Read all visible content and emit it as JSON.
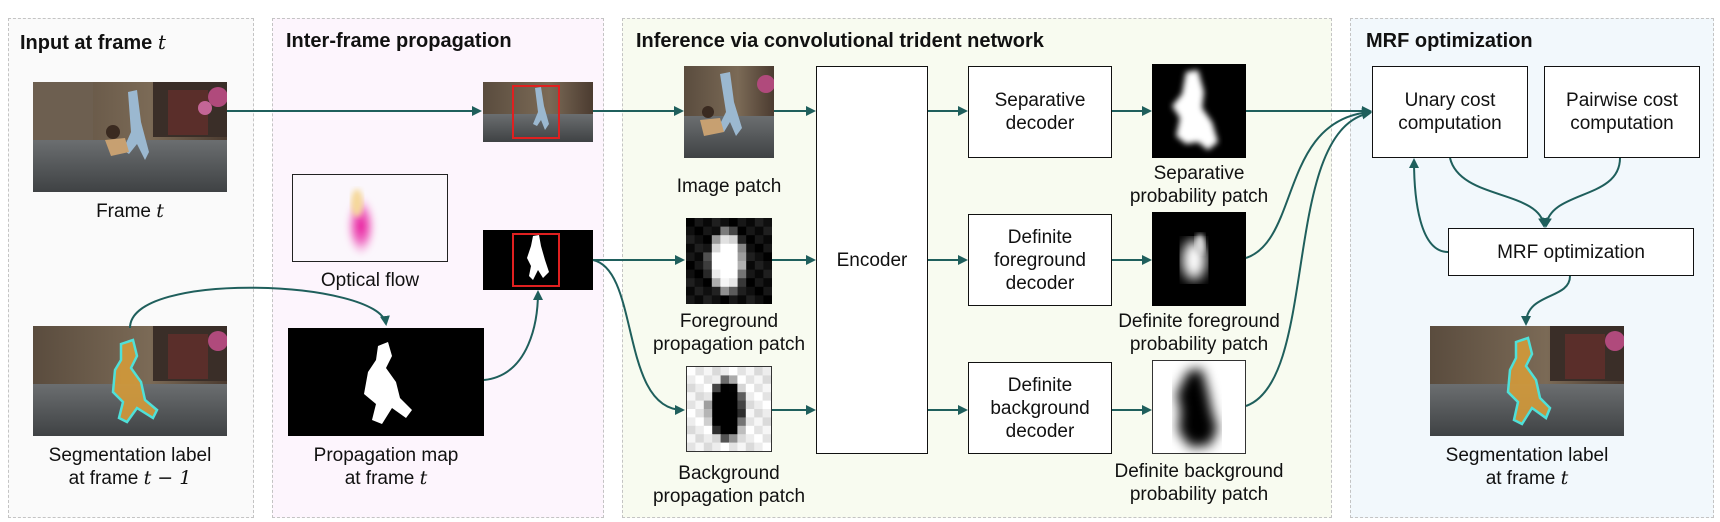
{
  "panels": {
    "input": {
      "title": "Input at frame",
      "var": "t"
    },
    "propagation": {
      "title": "Inter-frame propagation"
    },
    "inference": {
      "title": "Inference via convolutional trident network"
    },
    "mrf": {
      "title": "MRF optimization"
    }
  },
  "captions": {
    "frame_t": {
      "text": "Frame",
      "var": "t"
    },
    "seg_label_prev": {
      "line1": "Segmentation label",
      "line2": "at frame",
      "var": "t − 1"
    },
    "optical_flow": {
      "text": "Optical flow"
    },
    "prop_map": {
      "line1": "Propagation map",
      "line2": "at frame",
      "var": "t"
    },
    "image_patch": {
      "text": "Image patch"
    },
    "fg_patch": {
      "line1": "Foreground",
      "line2": "propagation patch"
    },
    "bg_patch": {
      "line1": "Background",
      "line2": "propagation patch"
    },
    "sep_prob": {
      "line1": "Separative",
      "line2": "probability patch"
    },
    "fg_prob": {
      "line1": "Definite foreground",
      "line2": "probability patch"
    },
    "bg_prob": {
      "line1": "Definite background",
      "line2": "probability patch"
    },
    "seg_label_out": {
      "line1": "Segmentation label",
      "line2": "at frame",
      "var": "t"
    }
  },
  "boxes": {
    "encoder": "Encoder",
    "sep_decoder": {
      "line1": "Separative",
      "line2": "decoder"
    },
    "fg_decoder": {
      "line1": "Definite",
      "line2": "foreground",
      "line3": "decoder"
    },
    "bg_decoder": {
      "line1": "Definite",
      "line2": "background",
      "line3": "decoder"
    },
    "unary": {
      "line1": "Unary cost",
      "line2": "computation"
    },
    "pairwise": {
      "line1": "Pairwise cost",
      "line2": "computation"
    },
    "mrf_opt": "MRF optimization"
  },
  "colors": {
    "arrow": "#1f5f5c",
    "panel_input_bg": "#fafafa",
    "panel_prop_bg": "#fdf5fd",
    "panel_inf_bg": "#f8fbf0",
    "panel_mrf_bg": "#f2f8fc",
    "crop_box": "#e02020",
    "seg_overlay": "#d49a3a",
    "seg_outline": "#4fe0d8"
  }
}
